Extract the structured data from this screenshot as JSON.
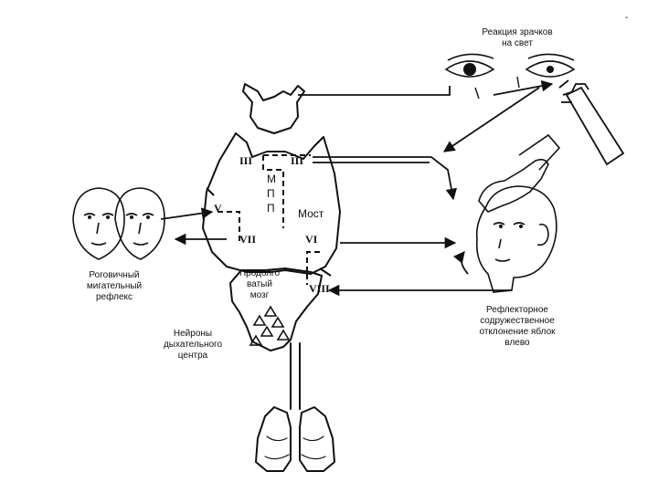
{
  "labels": {
    "corner_mark": "-",
    "pupil_reaction_line1": "Реакция зрачков",
    "pupil_reaction_line2": "на свет",
    "corneal_line1": "Роговичный",
    "corneal_line2": "мигательный",
    "corneal_line3": "рефлекс",
    "respiratory_line1": "Нейроны",
    "respiratory_line2": "дыхательного",
    "respiratory_line3": "центра",
    "eye_deviation_line1": "Рефлекторное",
    "eye_deviation_line2": "содружественное",
    "eye_deviation_line3": "отклонение яблок",
    "eye_deviation_line4": "влево",
    "pons": "Мост",
    "medulla_line1": "Продолго",
    "medulla_line2": "ватый",
    "medulla_line3": "мозг",
    "mlf_m": "М",
    "mlf_p1": "П",
    "mlf_p2": "П"
  },
  "nerves": {
    "iii_left": "III",
    "iii_right": "III",
    "v": "V",
    "vii": "VII",
    "vi": "VI",
    "viii": "VIII"
  },
  "colors": {
    "ink": "#111111",
    "background": "#ffffff"
  }
}
